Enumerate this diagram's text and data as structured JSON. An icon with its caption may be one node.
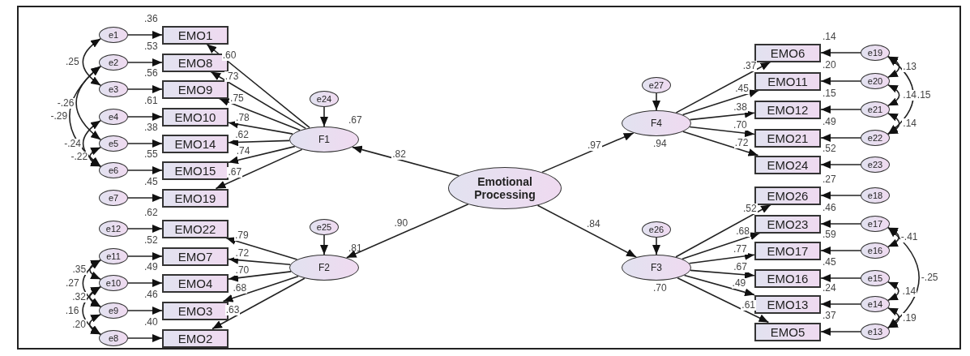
{
  "diagram": {
    "nodes": [
      {
        "text": [
          "e1"
        ]
      },
      {
        "text": [
          "EMO1"
        ],
        "beside": [
          ".36"
        ]
      },
      {
        "text": [
          "e2"
        ]
      },
      {
        "text": [
          "EMO8"
        ],
        "beside": [
          ".53"
        ]
      },
      {
        "text": [
          "e3"
        ]
      },
      {
        "text": [
          "EMO9"
        ],
        "beside": [
          ".56"
        ]
      },
      {
        "text": [
          "e4"
        ]
      },
      {
        "text": [
          "EMO10"
        ],
        "beside": [
          ".61"
        ]
      },
      {
        "text": [
          "e5"
        ]
      },
      {
        "text": [
          "EMO14"
        ],
        "beside": [
          ".38"
        ]
      },
      {
        "text": [
          "e6"
        ]
      },
      {
        "text": [
          "EMO15"
        ],
        "beside": [
          ".55"
        ]
      },
      {
        "text": [
          "e7"
        ]
      },
      {
        "text": [
          "EMO19"
        ],
        "beside": [
          ".45"
        ]
      },
      {
        "text": [
          "e12"
        ]
      },
      {
        "text": [
          "EMO22"
        ],
        "beside": [
          ".62"
        ]
      },
      {
        "text": [
          "e11"
        ]
      },
      {
        "text": [
          "EMO7"
        ],
        "beside": [
          ".52"
        ]
      },
      {
        "text": [
          "e10"
        ]
      },
      {
        "text": [
          "EMO4"
        ],
        "beside": [
          ".49"
        ]
      },
      {
        "text": [
          "e9"
        ]
      },
      {
        "text": [
          "EMO3"
        ],
        "beside": [
          ".46"
        ]
      },
      {
        "text": [
          "e8"
        ]
      },
      {
        "text": [
          "EMO2"
        ],
        "beside": [
          ".40"
        ]
      },
      {
        "text": [
          "e24"
        ]
      },
      {
        "text": [
          "F1"
        ],
        "beside": [
          ".67"
        ]
      },
      {
        "text": [
          "e25"
        ]
      },
      {
        "text": [
          "F2"
        ],
        "beside": [
          ".81"
        ]
      },
      {
        "text": [
          "Emotional Processing"
        ]
      },
      {
        "text": [
          "e27"
        ]
      },
      {
        "text": [
          "F4"
        ],
        "beside": [
          ".94"
        ]
      },
      {
        "text": [
          "e26"
        ]
      },
      {
        "text": [
          "F3"
        ],
        "beside": [
          ".70"
        ]
      },
      {
        "text": [
          "EMO6"
        ],
        "beside": [
          ".14"
        ]
      },
      {
        "text": [
          "e19"
        ]
      },
      {
        "text": [
          "EMO11"
        ],
        "beside": [
          ".20"
        ]
      },
      {
        "text": [
          "e20"
        ]
      },
      {
        "text": [
          "EMO12"
        ],
        "beside": [
          ".15"
        ]
      },
      {
        "text": [
          "e21"
        ]
      },
      {
        "text": [
          "EMO21"
        ],
        "beside": [
          ".49"
        ]
      },
      {
        "text": [
          "e22"
        ]
      },
      {
        "text": [
          "EMO24"
        ],
        "beside": [
          ".52"
        ]
      },
      {
        "text": [
          "e23"
        ]
      },
      {
        "text": [
          "EMO26"
        ],
        "beside": [
          ".27"
        ]
      },
      {
        "text": [
          "e18"
        ]
      },
      {
        "text": [
          "EMO23"
        ],
        "beside": [
          ".46"
        ]
      },
      {
        "text": [
          "e17"
        ]
      },
      {
        "text": [
          "EMO17"
        ],
        "beside": [
          ".59"
        ]
      },
      {
        "text": [
          "e16"
        ]
      },
      {
        "text": [
          "EMO16"
        ],
        "beside": [
          ".45"
        ]
      },
      {
        "text": [
          "e15"
        ]
      },
      {
        "text": [
          "EMO13"
        ],
        "beside": [
          ".24"
        ]
      },
      {
        "text": [
          "e14"
        ]
      },
      {
        "text": [
          "EMO5"
        ],
        "beside": [
          ".37"
        ]
      },
      {
        "text": [
          "e13"
        ]
      }
    ],
    "edges": [
      {
        "from": 0,
        "to": 1,
        "arrow": "to"
      },
      {
        "from": 2,
        "to": 3,
        "arrow": "to"
      },
      {
        "from": 4,
        "to": 5,
        "arrow": "to"
      },
      {
        "from": 6,
        "to": 7,
        "arrow": "to"
      },
      {
        "from": 8,
        "to": 9,
        "arrow": "to"
      },
      {
        "from": 10,
        "to": 11,
        "arrow": "to"
      },
      {
        "from": 12,
        "to": 13,
        "arrow": "to"
      },
      {
        "from": 14,
        "to": 15,
        "arrow": "to"
      },
      {
        "from": 16,
        "to": 17,
        "arrow": "to"
      },
      {
        "from": 18,
        "to": 19,
        "arrow": "to"
      },
      {
        "from": 20,
        "to": 21,
        "arrow": "to"
      },
      {
        "from": 22,
        "to": 23,
        "arrow": "to"
      },
      {
        "from": 25,
        "to": 1,
        "arrow": "to",
        "label": ".60"
      },
      {
        "from": 25,
        "to": 3,
        "arrow": "to",
        "label": ".73"
      },
      {
        "from": 25,
        "to": 5,
        "arrow": "to",
        "label": ".75"
      },
      {
        "from": 25,
        "to": 7,
        "arrow": "to",
        "label": ".78"
      },
      {
        "from": 25,
        "to": 9,
        "arrow": "to",
        "label": ".62"
      },
      {
        "from": 25,
        "to": 11,
        "arrow": "to",
        "label": ".74"
      },
      {
        "from": 25,
        "to": 13,
        "arrow": "to",
        "label": ".67"
      },
      {
        "from": 27,
        "to": 15,
        "arrow": "to",
        "label": ".79"
      },
      {
        "from": 27,
        "to": 17,
        "arrow": "to",
        "label": ".72"
      },
      {
        "from": 27,
        "to": 19,
        "arrow": "to",
        "label": ".70"
      },
      {
        "from": 27,
        "to": 21,
        "arrow": "to",
        "label": ".68"
      },
      {
        "from": 27,
        "to": 23,
        "arrow": "to",
        "label": ".63"
      },
      {
        "from": 24,
        "to": 25,
        "arrow": "to"
      },
      {
        "from": 26,
        "to": 27,
        "arrow": "to"
      },
      {
        "from": 28,
        "to": 25,
        "arrow": "to",
        "label": ".82"
      },
      {
        "from": 28,
        "to": 27,
        "arrow": "to",
        "label": ".90"
      },
      {
        "from": 28,
        "to": 30,
        "arrow": "to",
        "label": ".97"
      },
      {
        "from": 28,
        "to": 32,
        "arrow": "to",
        "label": ".84"
      },
      {
        "from": 29,
        "to": 30,
        "arrow": "to"
      },
      {
        "from": 31,
        "to": 32,
        "arrow": "to"
      },
      {
        "from": 30,
        "to": 33,
        "arrow": "to",
        "label": ".37"
      },
      {
        "from": 30,
        "to": 35,
        "arrow": "to",
        "label": ".45"
      },
      {
        "from": 30,
        "to": 37,
        "arrow": "to",
        "label": ".38"
      },
      {
        "from": 30,
        "to": 39,
        "arrow": "to",
        "label": ".70"
      },
      {
        "from": 30,
        "to": 41,
        "arrow": "to",
        "label": ".72"
      },
      {
        "from": 32,
        "to": 43,
        "arrow": "to",
        "label": ".52"
      },
      {
        "from": 32,
        "to": 45,
        "arrow": "to",
        "label": ".68"
      },
      {
        "from": 32,
        "to": 47,
        "arrow": "to",
        "label": ".77"
      },
      {
        "from": 32,
        "to": 49,
        "arrow": "to",
        "label": ".67"
      },
      {
        "from": 32,
        "to": 51,
        "arrow": "to",
        "label": ".49"
      },
      {
        "from": 32,
        "to": 53,
        "arrow": "to",
        "label": ".61"
      },
      {
        "from": 34,
        "to": 33,
        "arrow": "to"
      },
      {
        "from": 36,
        "to": 35,
        "arrow": "to"
      },
      {
        "from": 38,
        "to": 37,
        "arrow": "to"
      },
      {
        "from": 40,
        "to": 39,
        "arrow": "to"
      },
      {
        "from": 42,
        "to": 41,
        "arrow": "to"
      },
      {
        "from": 44,
        "to": 43,
        "arrow": "to"
      },
      {
        "from": 46,
        "to": 45,
        "arrow": "to"
      },
      {
        "from": 48,
        "to": 47,
        "arrow": "to"
      },
      {
        "from": 50,
        "to": 49,
        "arrow": "to"
      },
      {
        "from": 52,
        "to": 51,
        "arrow": "to"
      },
      {
        "from": 54,
        "to": 53,
        "arrow": "to"
      },
      {
        "from": 0,
        "to": 4,
        "arrow": "both",
        "label": ".25"
      },
      {
        "from": 2,
        "to": 8,
        "arrow": "both",
        "label": "-.26"
      },
      {
        "from": 2,
        "to": 10,
        "arrow": "both",
        "label": "-.29"
      },
      {
        "from": 6,
        "to": 10,
        "arrow": "both",
        "label": "-.24"
      },
      {
        "from": 8,
        "to": 10,
        "arrow": "both",
        "label": "-.22"
      },
      {
        "from": 16,
        "to": 18,
        "arrow": "both",
        "label": ".35"
      },
      {
        "from": 16,
        "to": 20,
        "arrow": "both",
        "label": ".27"
      },
      {
        "from": 18,
        "to": 22,
        "arrow": "both",
        "label": ".16"
      },
      {
        "from": 18,
        "to": 20,
        "arrow": "both",
        "label": ".32"
      },
      {
        "from": 20,
        "to": 22,
        "arrow": "both",
        "label": ".20"
      },
      {
        "from": 34,
        "to": 36,
        "arrow": "both",
        "label": ".13"
      },
      {
        "from": 36,
        "to": 38,
        "arrow": "both",
        "label": ".14"
      },
      {
        "from": 38,
        "to": 40,
        "arrow": "both",
        "label": ".14"
      },
      {
        "from": 34,
        "to": 40,
        "arrow": "both",
        "label": ".15"
      },
      {
        "from": 46,
        "to": 48,
        "arrow": "both",
        "label": "-.41"
      },
      {
        "from": 50,
        "to": 52,
        "arrow": "both",
        "label": ".14"
      },
      {
        "from": 52,
        "to": 54,
        "arrow": "both",
        "label": ".19"
      },
      {
        "from": 46,
        "to": 54,
        "arrow": "both",
        "label": "-.25"
      }
    ]
  }
}
